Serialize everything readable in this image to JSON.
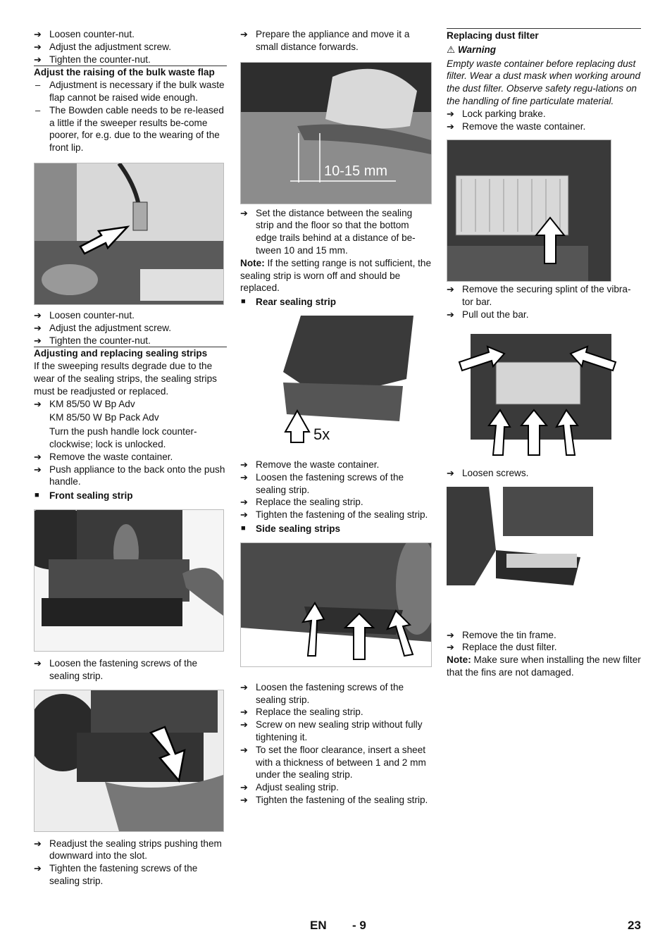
{
  "col1": {
    "steps_a": [
      "Loosen counter-nut.",
      "Adjust the adjustment screw.",
      "Tighten the counter-nut."
    ],
    "heading_bulk": "Adjust the raising of the bulk waste flap",
    "dash_items": [
      "Adjustment is necessary if the bulk waste flap cannot be raised wide enough.",
      "The Bowden cable needs to be re-leased a little if the sweeper results be-come poorer, for e.g. due to the wearing of the front lip."
    ],
    "steps_b": [
      "Loosen counter-nut.",
      "Adjust the adjustment screw.",
      "Tighten the counter-nut."
    ],
    "heading_strips": "Adjusting and replacing sealing strips",
    "intro": "If the sweeping results degrade due to the wear of the sealing strips, the sealing strips must be readjusted or replaced.",
    "model_1": "KM 85/50 W Bp Adv",
    "model_2": "KM 85/50 W Bp Pack Adv",
    "model_note": "Turn the push handle lock counter-clockwise; lock is unlocked.",
    "steps_c": [
      "Remove the waste container.",
      "Push appliance to the back onto the push handle."
    ],
    "front_label": "Front sealing strip",
    "steps_d": [
      "Loosen the fastening screws of the sealing strip."
    ],
    "steps_e": [
      "Readjust the sealing strips pushing them downward into the slot.",
      "Tighten the fastening screws of the sealing strip."
    ]
  },
  "col2": {
    "steps_a": [
      "Prepare the appliance and move it a small distance forwards."
    ],
    "fig_dimension": "10-15 mm",
    "steps_b": [
      "Set the distance between the sealing strip and the floor so that the bottom edge trails behind at a distance of be-tween 10 and 15 mm."
    ],
    "note_label": "Note:",
    "note_text": " If the setting range is not sufficient, the sealing strip is worn off and should be replaced.",
    "rear_label": "Rear sealing strip",
    "fig_count": "5x",
    "steps_c": [
      "Remove the waste container.",
      "Loosen the fastening screws of the sealing strip.",
      "Replace the sealing strip.",
      "Tighten the fastening of the sealing strip."
    ],
    "side_label": "Side sealing strips",
    "steps_d": [
      "Loosen the fastening screws of the sealing strip.",
      "Replace the sealing strip.",
      "Screw on new sealing strip without fully tightening it.",
      "To set the floor clearance, insert a sheet with a thickness of between 1 and 2 mm under the sealing strip.",
      "Adjust sealing strip.",
      "Tighten the fastening of the sealing strip."
    ]
  },
  "col3": {
    "heading_filter": "Replacing dust filter",
    "warning_label": "Warning",
    "warning_text": "Empty waste container before replacing dust filter. Wear a dust mask when working around the dust filter. Observe safety regu-lations on the handling of fine particulate material.",
    "steps_a": [
      "Lock parking brake.",
      "Remove the waste container."
    ],
    "steps_b": [
      "Remove the securing splint of the vibra-tor bar.",
      "Pull out the bar."
    ],
    "steps_c": [
      "Loosen screws."
    ],
    "steps_d": [
      "Remove the tin frame.",
      "Replace the dust filter."
    ],
    "note_label": "Note:",
    "note_text": " Make sure when installing the new filter that the fins are not damaged."
  },
  "footer": {
    "lang": "EN",
    "sub_page": "- 9",
    "page": "23"
  },
  "icons": {
    "step": "arrow-right-icon",
    "bullet": "square-bullet-icon",
    "warning": "warning-triangle-icon"
  }
}
